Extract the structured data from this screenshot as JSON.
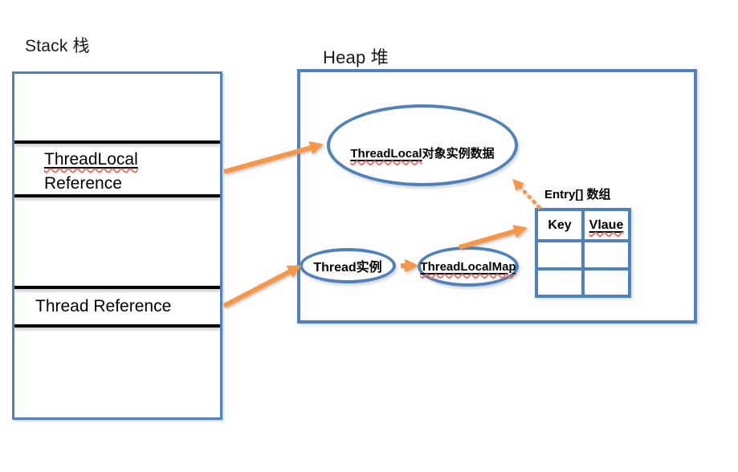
{
  "colors": {
    "shape_blue": "#4F81BD",
    "arrow_orange": "#F79646",
    "divider_black": "#000000",
    "spellcheck_red": "#E8756A"
  },
  "stack": {
    "title": "Stack 栈",
    "threadlocal_reference": {
      "line1": "ThreadLocal",
      "line2": "Reference"
    },
    "thread_reference": "Thread Reference"
  },
  "heap": {
    "title": "Heap 堆",
    "threadlocal_object": {
      "underlined": "ThreadLocal",
      "rest": "对象实例数据"
    },
    "thread_instance": "Thread实例",
    "threadlocal_map": "ThreadLocalMap",
    "entry_array_label": "Entry[] 数组",
    "entry_table": {
      "col1_header": "Key",
      "col2_header": "Vlaue",
      "columns": 2,
      "rows": 3,
      "empty_body_rows": 2
    }
  }
}
